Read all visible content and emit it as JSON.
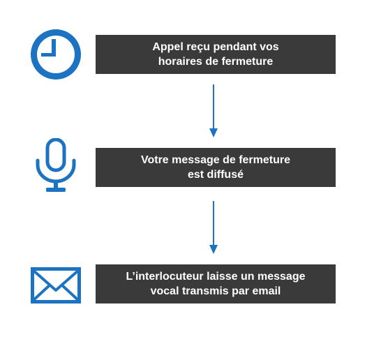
{
  "colors": {
    "accent_blue": "#1b73c2",
    "box_background": "#3a3a3a",
    "box_text": "#ffffff"
  },
  "steps": [
    {
      "icon": "clock-icon",
      "line1": "Appel reçu pendant vos",
      "line2": "horaires de fermeture"
    },
    {
      "icon": "microphone-icon",
      "line1": "Votre message de fermeture",
      "line2": "est diffusé"
    },
    {
      "icon": "envelope-icon",
      "line1": "L’interlocuteur laisse un message",
      "line2": "vocal transmis par email"
    }
  ]
}
